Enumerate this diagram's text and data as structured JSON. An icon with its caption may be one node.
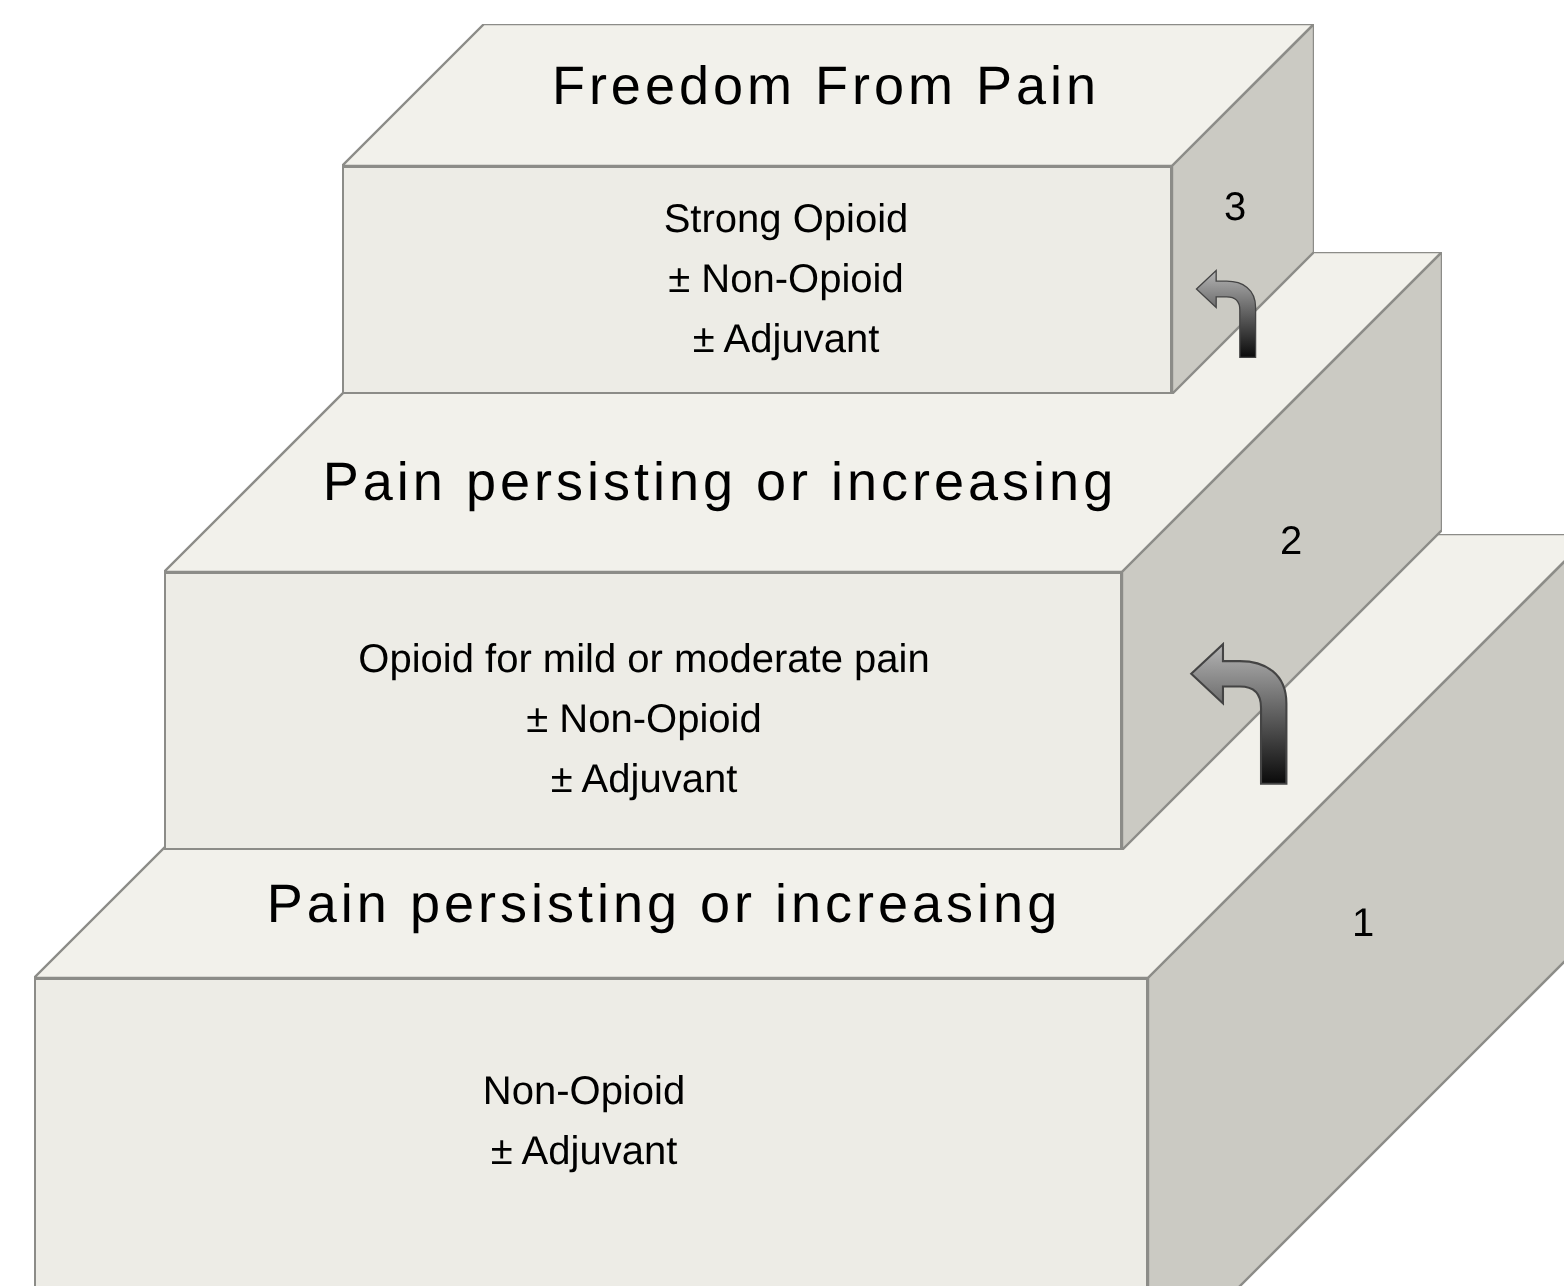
{
  "diagram": {
    "nodes": [
      {
        "text": [
          "Freedom From Pain",
          "Strong Opioid",
          "± Non-Opioid",
          "± Adjuvant"
        ]
      },
      {
        "text": [
          "Pain persisting or increasing",
          "Opioid for mild or moderate pain",
          "± Non-Opioid",
          "± Adjuvant"
        ]
      },
      {
        "text": [
          "Pain persisting or increasing",
          "Non-Opioid",
          "± Adjuvant"
        ]
      }
    ],
    "labels": [
      "3",
      "2",
      "1"
    ]
  }
}
